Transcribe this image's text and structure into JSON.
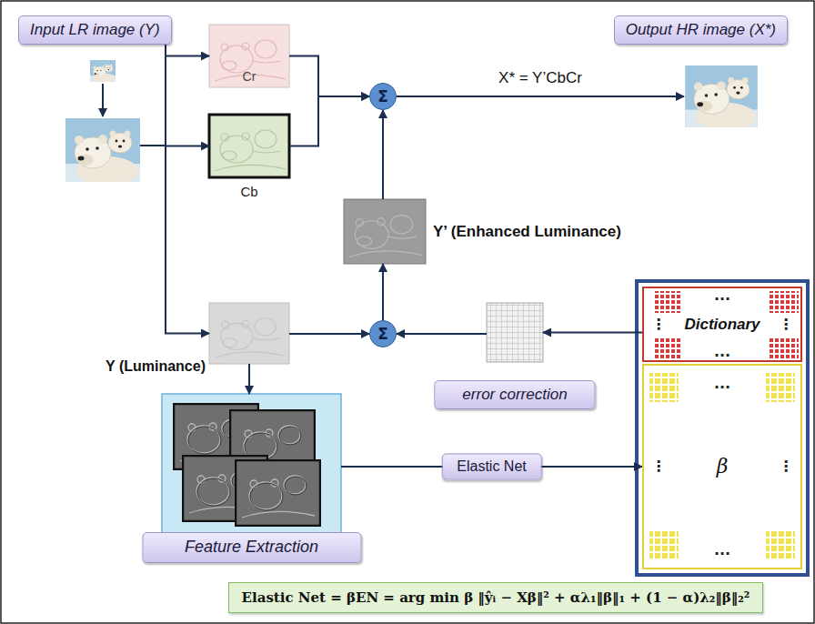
{
  "diagram": {
    "nodes": [
      {
        "text": [
          "Input LR image (Y)"
        ]
      },
      {
        "text": [
          "Cr"
        ]
      },
      {
        "text": [
          "Cb"
        ]
      },
      {
        "text": [
          "Σ"
        ]
      },
      {
        "text": [
          "Output HR image (X*)"
        ]
      },
      {
        "text": [
          "Y’ (Enhanced Luminance)"
        ]
      },
      {
        "text": [
          "Y (Luminance)"
        ]
      },
      {
        "text": [
          "Σ"
        ]
      },
      {
        "text": [
          "error correction"
        ]
      },
      {
        "text": [
          "...",
          "⋮",
          "Dictionary",
          "⋮",
          "..."
        ]
      },
      {
        "text": [
          "...",
          "⋮",
          "β",
          "⋮",
          "..."
        ]
      },
      {
        "text": [
          "Feature Extraction"
        ]
      },
      {
        "text": [
          "Elastic Net = βEN = arg min β ‖ŷᵢ − Xβ‖² + αλ₁‖β‖₁ + (1 − α)λ₂‖β‖₂²"
        ]
      }
    ],
    "edges": [
      {
        "from": 0,
        "to": 1,
        "arrow": "to"
      },
      {
        "from": 0,
        "to": 2,
        "arrow": "to"
      },
      {
        "from": 0,
        "to": 6,
        "arrow": "to"
      },
      {
        "from": 1,
        "to": 3,
        "arrow": "to"
      },
      {
        "from": 2,
        "to": 3,
        "arrow": "to"
      },
      {
        "from": 5,
        "to": 3,
        "arrow": "to"
      },
      {
        "from": 3,
        "to": 4,
        "arrow": "to",
        "label": "X* = Y’CbCr"
      },
      {
        "from": 6,
        "to": 7,
        "arrow": "to"
      },
      {
        "from": 7,
        "to": 5,
        "arrow": "to"
      },
      {
        "from": 8,
        "to": 7,
        "arrow": "to"
      },
      {
        "from": 9,
        "to": 8,
        "arrow": "to"
      },
      {
        "from": 11,
        "to": 10,
        "arrow": "to",
        "label": "Elastic Net"
      },
      {
        "from": 6,
        "to": 11,
        "arrow": "to"
      }
    ]
  }
}
